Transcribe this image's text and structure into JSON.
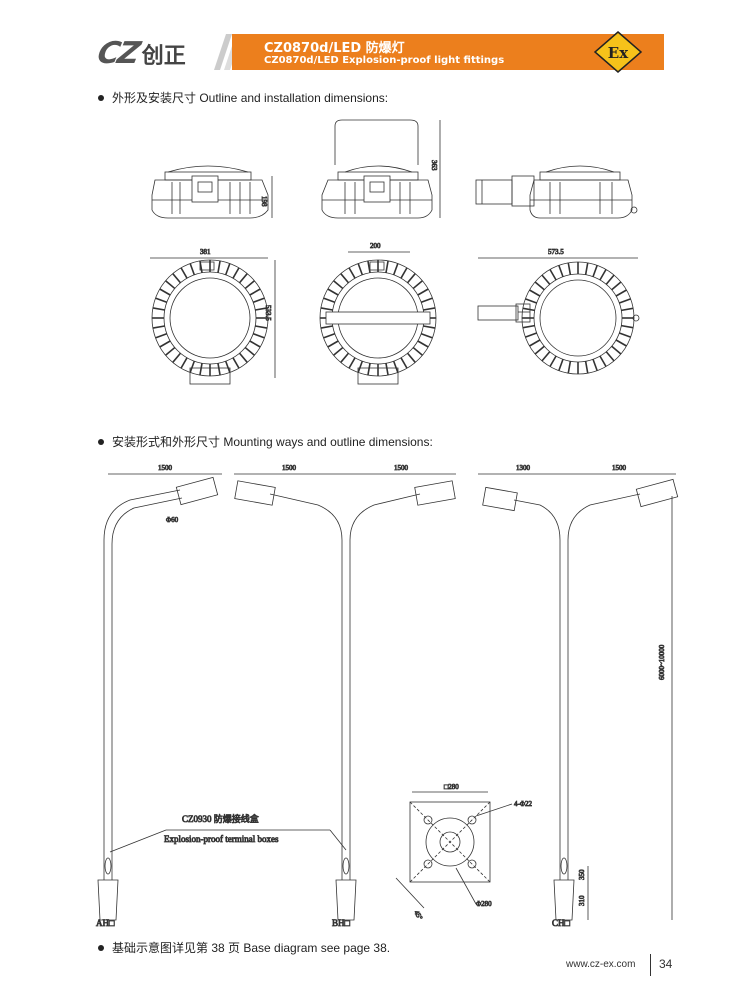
{
  "header": {
    "logo_mark": "CZ",
    "logo_cn": "创正",
    "title_cn": "CZ0870d/LED 防爆灯",
    "title_en": "CZ0870d/LED Explosion-proof light fittings",
    "ex_label": "Ex",
    "accent_color": "#ec7f1d"
  },
  "sections": {
    "outline_title": "外形及安装尺寸 Outline and installation dimensions:",
    "mounting_title": "安装形式和外形尺寸 Mounting ways and outline dimensions:",
    "base_note": "基础示意图详见第 38 页    Base diagram see page 38."
  },
  "outline_dims": {
    "height_a": "198",
    "height_b": "363",
    "width_a": "381",
    "width_b": "200",
    "width_c": "573.5",
    "diameter": "533.5"
  },
  "mounting_dims": {
    "arm_a": "1500",
    "arm_b1": "1500",
    "arm_b2": "1500",
    "arm_c1": "1300",
    "arm_c2": "1500",
    "pole_dia": "Φ60",
    "pole_height": "6000~10000",
    "base_h1": "350",
    "base_h2": "310",
    "box_label_cn": "CZ0930 防爆接线盒",
    "box_label_en": "Explosion-proof terminal boxes",
    "type_a": "AH□",
    "type_b": "BH□",
    "type_c": "CH□"
  },
  "base_dims": {
    "square": "□280",
    "holes": "4-Φ22",
    "circle": "Φ280",
    "angle": "45°"
  },
  "footer": {
    "url": "www.cz-ex.com",
    "page": "34"
  }
}
